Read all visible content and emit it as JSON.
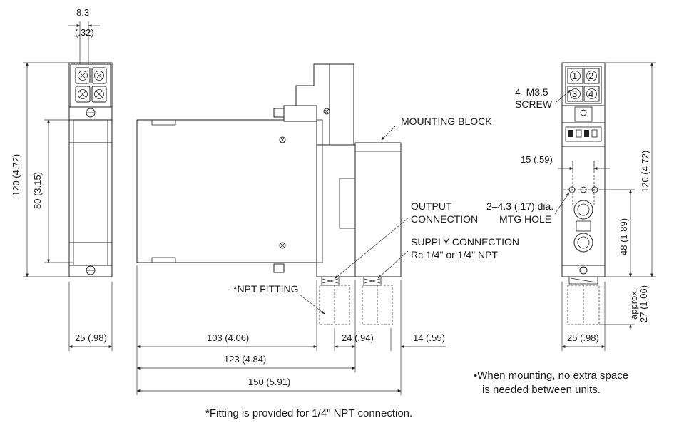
{
  "labels": {
    "mounting_block": "MOUNTING BLOCK",
    "output_connection_1": "OUTPUT",
    "output_connection_2": "CONNECTION",
    "mtg_hole_1": "2–4.3 (.17) dia.",
    "mtg_hole_2": "MTG HOLE",
    "supply_connection_1": "SUPPLY CONNECTION",
    "supply_connection_2": "Rc 1/4\" or 1/4\" NPT",
    "npt_fitting": "*NPT FITTING",
    "screw_1": "4–M3.5",
    "screw_2": "SCREW"
  },
  "dimensions": {
    "front_width_top": "8.3",
    "front_width_top_in": "(.32)",
    "front_height": "120 (4.72)",
    "front_inner_height": "80 (3.15)",
    "front_bottom_width": "25 (.98)",
    "side_103": "103 (4.06)",
    "side_24": "24 (.94)",
    "side_14": "14 (.55)",
    "side_123": "123 (4.84)",
    "side_150": "150 (5.91)",
    "rear_15": "15 (.59)",
    "rear_height": "120 (4.72)",
    "rear_48": "48 (1.89)",
    "rear_approx_1": "approx.",
    "rear_approx_2": "27 (1.06)",
    "rear_bottom_width": "25 (.98)"
  },
  "terminals": [
    "1",
    "2",
    "3",
    "4"
  ],
  "notes": {
    "mounting_1": "•When mounting, no extra space",
    "mounting_2": "is needed between units.",
    "fitting": "*Fitting is provided for 1/4\" NPT connection."
  }
}
